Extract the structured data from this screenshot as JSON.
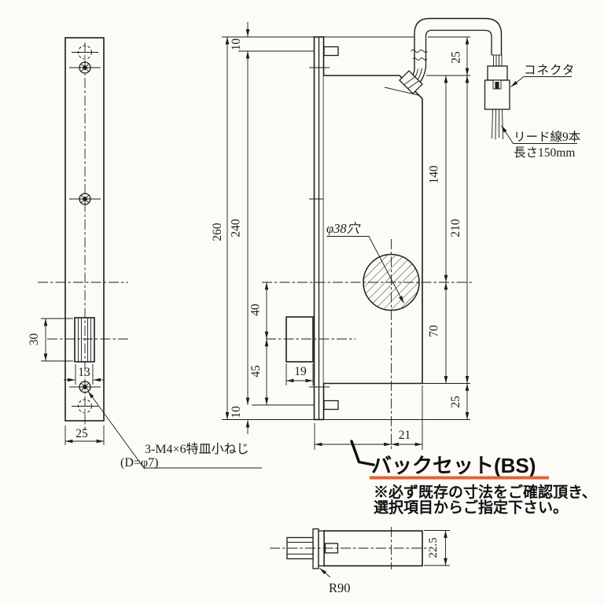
{
  "drawing": {
    "colors": {
      "line": "#1c1c1c",
      "accent_underline": "#e4623a",
      "background": "#fcfbf7"
    },
    "dimensions": {
      "faceplate_height": "260",
      "mounting_screw_span": "240",
      "top_screw_offset": "10",
      "bottom_screw_offset": "10",
      "latch_opening_height": "30",
      "latch_opening_width": "13",
      "faceplate_width": "25",
      "plate_top_to_case_top": "25",
      "case_top_to_hole_center": "140",
      "case_height": "210",
      "hole_center_to_case_bottom": "70",
      "case_bottom_to_plate_bottom": "25",
      "hole_center_to_bolt_center": "40",
      "bolt_center_to_bottom_screw": "45",
      "bolt_projection": "19",
      "hole_center_to_case_edge": "21",
      "bolt_thickness": "22.5"
    },
    "annotations": {
      "hole_label": "φ38穴",
      "connector_label": "コネクタ",
      "lead_wire_label": "リード線9本",
      "lead_wire_length": "長さ150mm",
      "screw_spec_line1": "3-M4×6特皿小ねじ",
      "screw_spec_line2": "(D=φ7)",
      "bolt_face_radius": "R90",
      "backset_label": "バックセット(BS)",
      "note_line1": "※必ず既存の寸法をご確認頂き、",
      "note_line2": "選択項目からご指定下さい。"
    }
  }
}
